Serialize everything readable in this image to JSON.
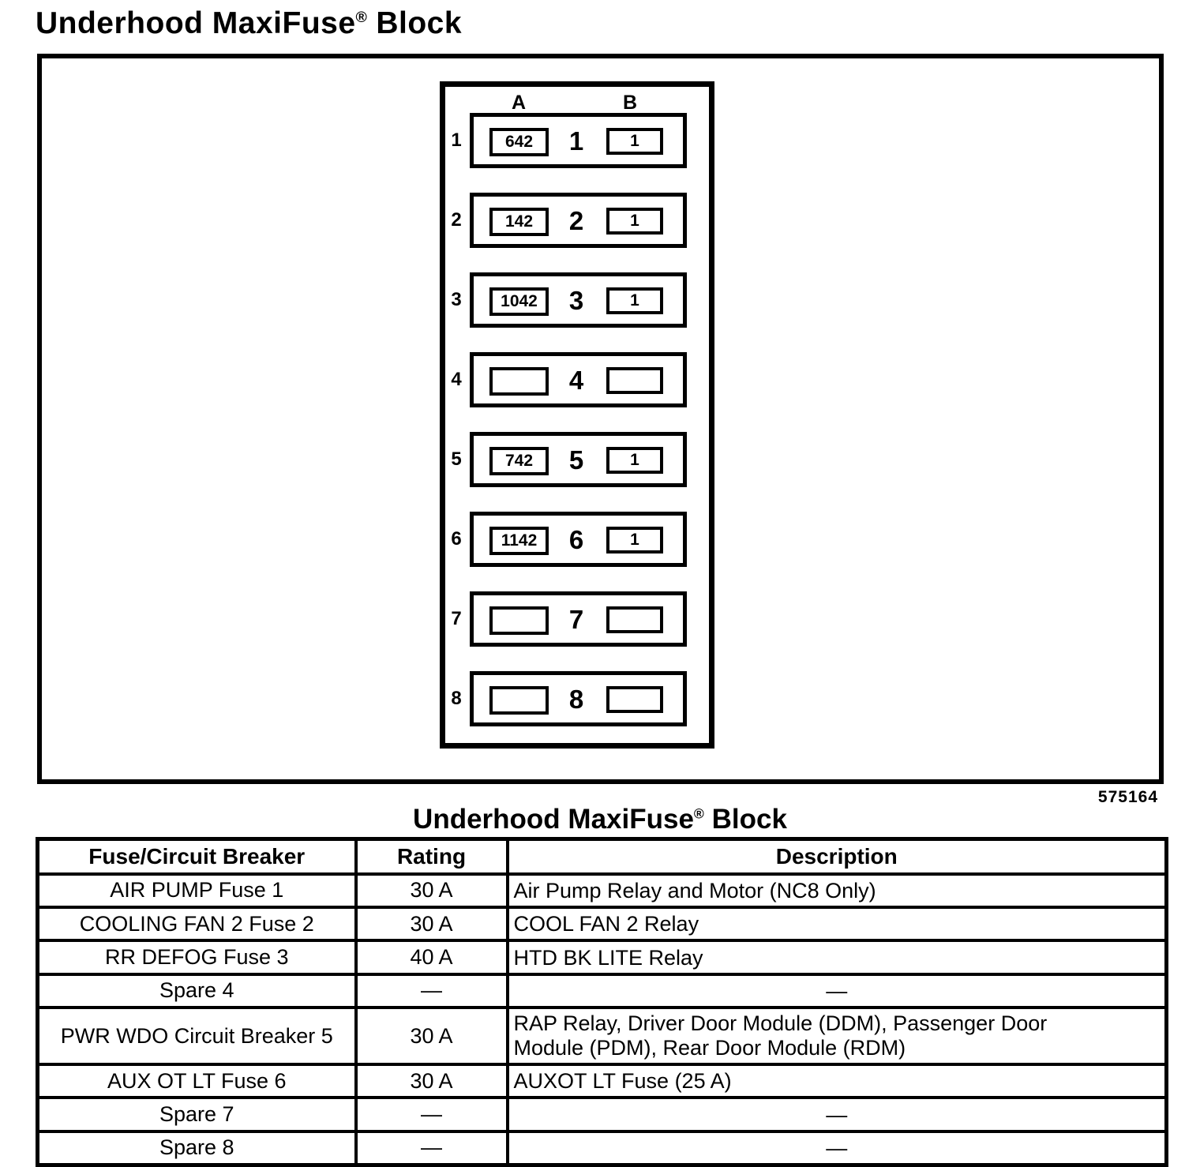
{
  "page": {
    "title_main": "Underhood MaxiFuse",
    "title_reg": "®",
    "title_tail": "Block",
    "figure_number": "575164"
  },
  "diagram": {
    "column_a_label": "A",
    "column_b_label": "B",
    "rows": [
      {
        "position": "1",
        "slot_a": "642",
        "number": "1",
        "slot_b": "1"
      },
      {
        "position": "2",
        "slot_a": "142",
        "number": "2",
        "slot_b": "1"
      },
      {
        "position": "3",
        "slot_a": "1042",
        "number": "3",
        "slot_b": "1"
      },
      {
        "position": "4",
        "slot_a": "",
        "number": "4",
        "slot_b": ""
      },
      {
        "position": "5",
        "slot_a": "742",
        "number": "5",
        "slot_b": "1"
      },
      {
        "position": "6",
        "slot_a": "1142",
        "number": "6",
        "slot_b": "1"
      },
      {
        "position": "7",
        "slot_a": "",
        "number": "7",
        "slot_b": ""
      },
      {
        "position": "8",
        "slot_a": "",
        "number": "8",
        "slot_b": ""
      }
    ]
  },
  "table": {
    "caption_main": "Underhood MaxiFuse",
    "caption_reg": "®",
    "caption_tail": "Block",
    "columns": [
      "Fuse/Circuit Breaker",
      "Rating",
      "Description"
    ],
    "rows": [
      {
        "name": "AIR PUMP Fuse 1",
        "rating": "30 A",
        "description": "Air Pump Relay and Motor (NC8 Only)"
      },
      {
        "name": "COOLING FAN 2 Fuse 2",
        "rating": "30 A",
        "description": "COOL FAN 2 Relay"
      },
      {
        "name": "RR DEFOG Fuse 3",
        "rating": "40 A",
        "description": "HTD BK LITE Relay"
      },
      {
        "name": "Spare 4",
        "rating": "—",
        "description": "—"
      },
      {
        "name": "PWR WDO Circuit Breaker 5",
        "rating": "30 A",
        "description": "RAP Relay, Driver Door Module (DDM), Passenger Door Module (PDM), Rear Door Module (RDM)"
      },
      {
        "name": "AUX OT LT Fuse 6",
        "rating": "30 A",
        "description": "AUXOT LT Fuse (25 A)"
      },
      {
        "name": "Spare 7",
        "rating": "—",
        "description": "—"
      },
      {
        "name": "Spare 8",
        "rating": "—",
        "description": "—"
      }
    ]
  },
  "colors": {
    "ink": "#000000",
    "paper": "#ffffff"
  }
}
